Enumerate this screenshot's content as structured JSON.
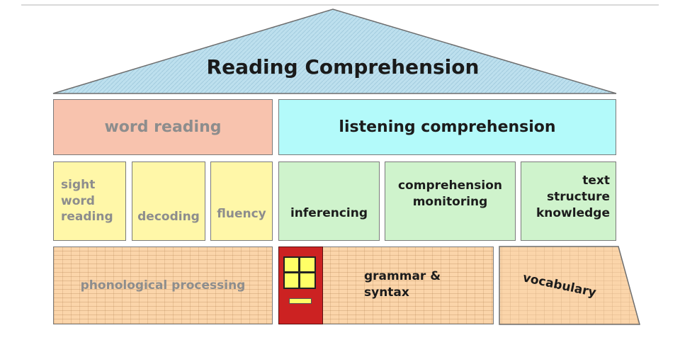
{
  "roof": {
    "title": "Reading Comprehension"
  },
  "floor2": {
    "left": "word reading",
    "right": "listening comprehension"
  },
  "floor1": {
    "left_boxes": [
      "sight word reading",
      "decoding",
      "fluency"
    ],
    "right_boxes": [
      "inferencing",
      "comprehension monitoring",
      "text structure knowledge"
    ]
  },
  "foundation": {
    "left": "phonological processing",
    "middle": "grammar & syntax",
    "right": "vocabulary"
  },
  "colors": {
    "roof": "#bde0ee",
    "word_reading": "#f8c3ae",
    "listening": "#b3fafa",
    "yellow_boxes": "#fff7a8",
    "green_boxes": "#cff3cc",
    "brick": "#fbd5aa",
    "door": "#cc2222",
    "window": "#ffff66"
  }
}
